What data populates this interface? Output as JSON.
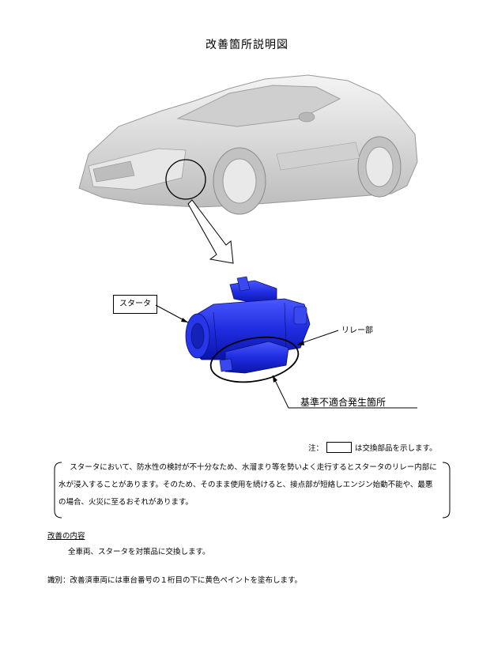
{
  "page": {
    "title": "改善箇所説明図"
  },
  "figure": {
    "starter_label": "スタータ",
    "relay_label": "リレー部",
    "defect_label": "基準不適合発生箇所",
    "colors": {
      "part": "#1f2de0",
      "car": "#d9d9d9"
    }
  },
  "note": {
    "prefix": "注：",
    "suffix": "は交換部品を示します。"
  },
  "cause": {
    "text": "スタータにおいて、防水性の検討が不十分なため、水溜まり等を勢いよく走行するとスタータのリレー内部に水が浸入することがあります。そのため、そのまま使用を続けると、接点部が短絡しエンジン始動不能や、最悪の場合、火災に至るおそれがあります。"
  },
  "remedy": {
    "heading": "改善の内容",
    "text": "全車両、スタータを対策品に交換します。"
  },
  "identification": {
    "text": "識別：改善済車両には車台番号の１桁目の下に黄色ペイントを塗布します。"
  }
}
